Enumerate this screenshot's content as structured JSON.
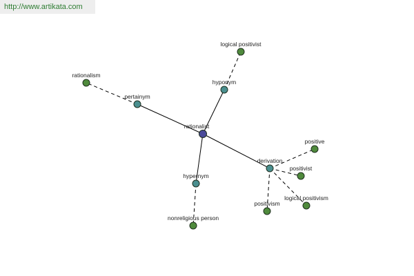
{
  "watermark": {
    "text": "http://www.artikata.com"
  },
  "colors": {
    "center": "#4a4a9a",
    "relation": "#4a8f8f",
    "leaf": "#4f8a3c",
    "watermark_text": "#2e7d32",
    "watermark_bg": "#eeeeee"
  },
  "graph": {
    "center": {
      "label": "rationalist"
    },
    "relations": [
      {
        "label": "hyponym",
        "leaves": [
          {
            "label": "logical positivist"
          }
        ]
      },
      {
        "label": "pertainym",
        "leaves": [
          {
            "label": "rationalism"
          }
        ]
      },
      {
        "label": "hypernym",
        "leaves": [
          {
            "label": "nonreligious person"
          }
        ]
      },
      {
        "label": "derivation",
        "leaves": [
          {
            "label": "positive"
          },
          {
            "label": "positivist"
          },
          {
            "label": "logical positivism"
          },
          {
            "label": "positivism"
          }
        ]
      }
    ]
  }
}
